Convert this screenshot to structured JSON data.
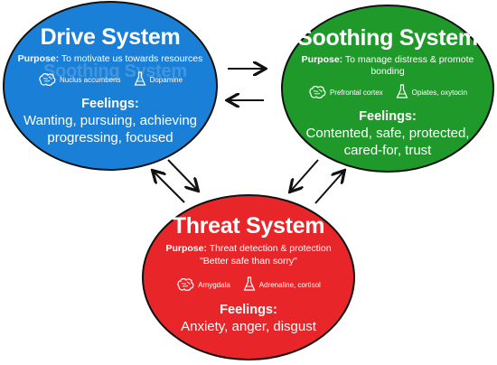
{
  "drive": {
    "title": "Drive System",
    "purpose_label": "Purpose:",
    "purpose_text": "To motivate us towards resources",
    "ghost_text": "Soothing System",
    "brain_label": "Nuclus accumbens",
    "chem_label": "Dopamine",
    "feelings_label": "Feelings:",
    "feelings_line1": "Wanting, pursuing, achieving",
    "feelings_line2": "progressing, focused",
    "color": "#1a7fd6"
  },
  "soothing": {
    "title": "Soothing System",
    "purpose_label": "Purpose:",
    "purpose_text": "To manage distress & promote bonding",
    "brain_label": "Prefrontal cortex",
    "chem_label": "Opiates, oxytocin",
    "feelings_label": "Feelings:",
    "feelings_line1": "Contented, safe, protected,",
    "feelings_line2": "cared-for, trust",
    "color": "#1f9a2a"
  },
  "threat": {
    "title": "Threat System",
    "purpose_label": "Purpose:",
    "purpose_text": "Threat detection & protection",
    "purpose_quote": "\"Better safe than sorry\"",
    "brain_label": "Amygdala",
    "chem_label": "Adrenaline, cortisol",
    "feelings_label": "Feelings:",
    "feelings_line1": "Anxiety, anger, disgust",
    "color": "#e8262a"
  },
  "icons": [
    "brain-icon",
    "flask-icon"
  ]
}
